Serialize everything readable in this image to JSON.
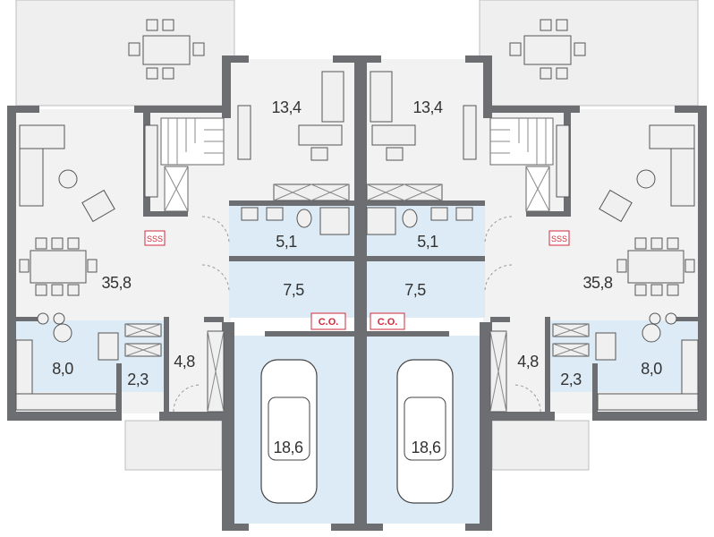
{
  "rooms": {
    "left": {
      "living": "35,8",
      "office": "13,4",
      "bathroom": "5,1",
      "hall": "7,5",
      "kitchen": "8,0",
      "pantry": "2,3",
      "entry": "4,8",
      "garage": "18,6",
      "boiler_tag": "C.O.",
      "heater_symbol": "SSS"
    },
    "right": {
      "living": "35,8",
      "office": "13,4",
      "bathroom": "5,1",
      "hall": "7,5",
      "kitchen": "8,0",
      "pantry": "2,3",
      "entry": "4,8",
      "garage": "18,6",
      "boiler_tag": "C.O.",
      "heater_symbol": "SSS"
    }
  },
  "colors": {
    "wall": "#6d6e71",
    "floor": "#f2f2f2",
    "wet_area": "#dcebf5",
    "boiler_accent": "#d22a3a"
  }
}
